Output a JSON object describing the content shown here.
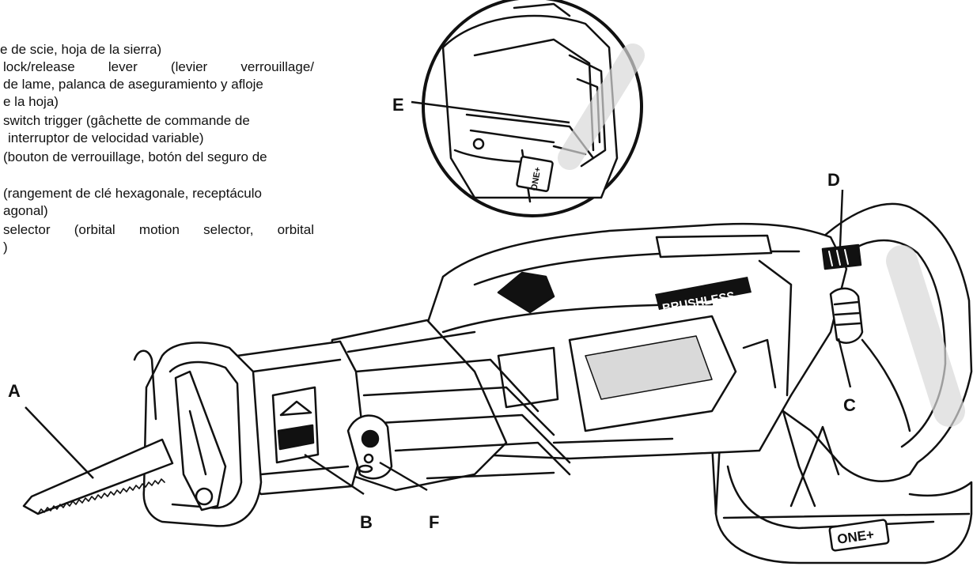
{
  "legend": [
    "e de scie, hoja de la sierra)",
    "lock/release   lever   (levier   verrouillage/",
    "de lame, palanca de aseguramiento y afloje",
    "e la hoja)",
    "switch trigger (gâchette de commande de",
    "interruptor de velocidad variable)",
    "(bouton de verrouillage, botón del seguro de",
    "",
    "(rangement de clé hexagonale, receptáculo",
    "agonal)",
    "selector  (orbital  motion  selector,  orbital",
    ")"
  ],
  "callouts": {
    "a": "A",
    "b": "B",
    "c": "C",
    "d": "D",
    "e": "E",
    "f": "F"
  },
  "tool": {
    "brand_label": "BRUSHLESS",
    "logo": "ONE+"
  },
  "colors": {
    "ink": "#111111",
    "shade": "#d9d9d9",
    "background": "#ffffff"
  }
}
